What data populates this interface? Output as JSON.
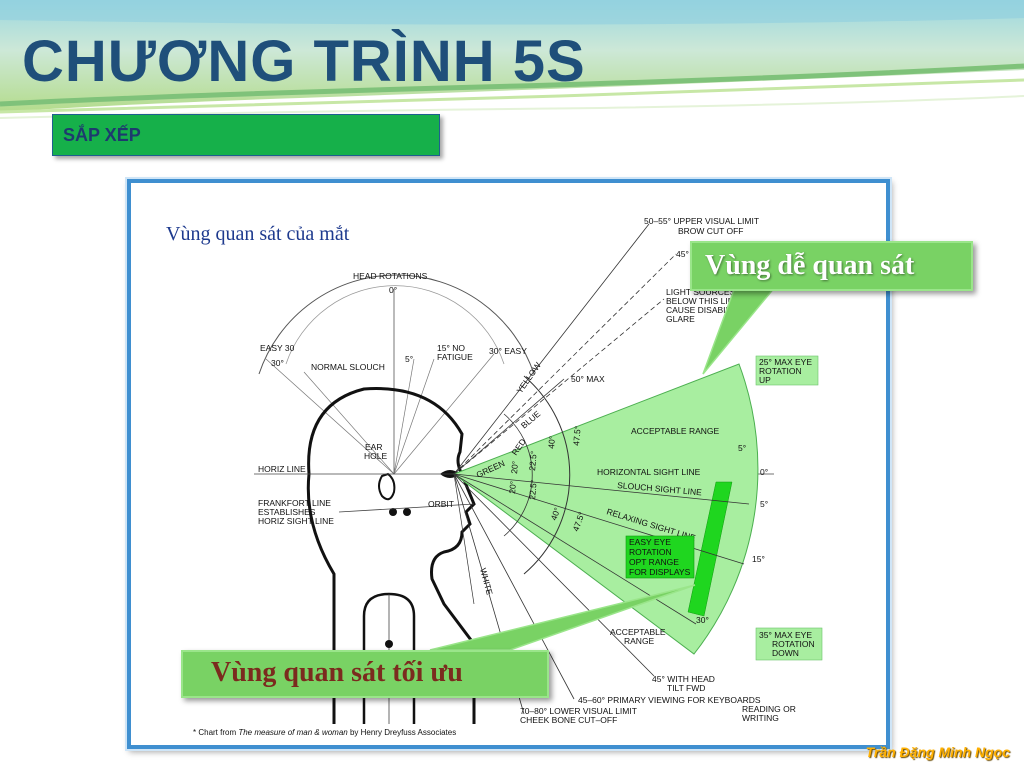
{
  "slide": {
    "title": "CHƯƠNG TRÌNH 5S",
    "section": "SẮP XẾP",
    "author": "Trần Đặng Minh Ngọc"
  },
  "diagram": {
    "heading": "Vùng quan sát của mắt",
    "labels": {
      "upper_limit_1": "50–55° UPPER VISUAL LIMIT",
      "upper_limit_2": "BROW CUT OFF",
      "angle_45_up": "45°",
      "light_1": "LIGHT SOURCES",
      "light_2": "BELOW THIS LINE",
      "light_3": "CAUSE DISABILITY",
      "light_4": "GLARE",
      "head_rotations": "HEAD ROTATIONS",
      "head_0": "0°",
      "easy_30_left": "EASY 30",
      "deg_30_left": "30°",
      "normal_slouch": "NORMAL SLOUCH",
      "deg_5_head": "5°",
      "no_fatigue_1": "15° NO",
      "no_fatigue_2": "FATIGUE",
      "easy_30_right": "30° EASY",
      "yellow": "YELLOW",
      "max_50": "50° MAX",
      "rot_up_1": "25° MAX EYE",
      "rot_up_2": "ROTATION",
      "rot_up_3": "UP",
      "blue": "BLUE",
      "acceptable_range_top": "ACCEPTABLE RANGE",
      "deg_5_top": "5°",
      "ear_1": "EAR",
      "ear_2": "HOLE",
      "deg_40_top": "40°",
      "deg_47_top": "47.5°",
      "red": "RED",
      "green": "GREEN",
      "deg_20_top": "20°",
      "deg_22_top": "22.5°",
      "horiz_sight": "HORIZONTAL SIGHT LINE",
      "deg_0_right": "0°",
      "horiz_line": "HORIZ LINE",
      "deg_20_bottom": "20°",
      "deg_22_bottom": "22.5°",
      "slouch_sight": "SLOUCH SIGHT LINE",
      "deg_5_right": "5°",
      "orbit": "ORBIT",
      "frankfort_1": "FRANKFORT LINE",
      "frankfort_2": "ESTABLISHES",
      "frankfort_3": "HORIZ SIGHT LINE",
      "deg_40_bottom": "40°",
      "deg_47_bottom": "47.5°",
      "relaxing_sight": "RELAXING SIGHT LINE",
      "easy_eye_1": "EASY EYE",
      "easy_eye_2": "ROTATION",
      "easy_eye_3": "OPT RANGE",
      "easy_eye_4": "FOR DISPLAYS",
      "deg_15_right": "15°",
      "white": "WHITE",
      "deg_30_bottom": "30°",
      "acceptable_bottom_1": "ACCEPTABLE",
      "acceptable_bottom_2": "RANGE",
      "rot_down_1": "35° MAX EYE",
      "rot_down_2": "ROTATION",
      "rot_down_3": "DOWN",
      "tilt_1": "45° WITH HEAD",
      "tilt_2": "TILT FWD",
      "primary_1": "45–60° PRIMARY VIEWING FOR KEYBOARDS",
      "primary_2": "READING OR",
      "primary_3": "WRITING",
      "lower_1": "70–80° LOWER VISUAL LIMIT",
      "lower_2": "CHEEK BONE CUT–OFF",
      "source_prefix": "* Chart from ",
      "source_title": "The measure of man & woman",
      "source_suffix": " by Henry Dreyfuss Associates"
    }
  },
  "callouts": {
    "easy": "Vùng dễ quan sát",
    "optimal": "Vùng quan sát tối ưu"
  },
  "colors": {
    "title": "#1f4f7a",
    "section_fill": "#16b04a",
    "sector_light": "#a8eea0",
    "sector_dark": "#1fd61f",
    "callout_fill": "#79d264",
    "frame": "#3f8fd0",
    "author": "#ffb000"
  }
}
